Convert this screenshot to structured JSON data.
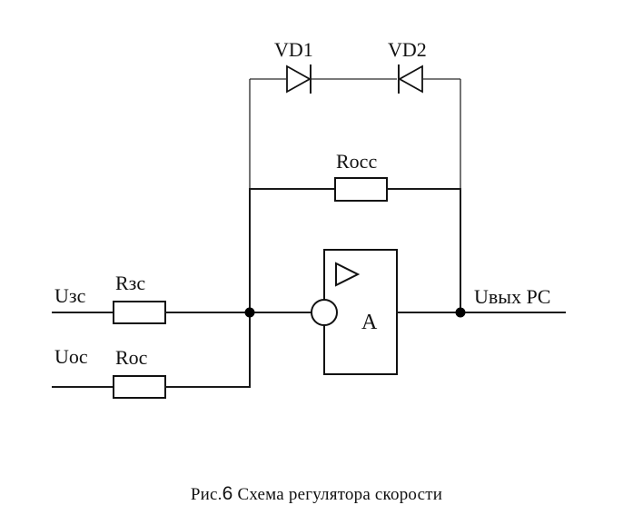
{
  "labels": {
    "vd1": "VD1",
    "vd2": "VD2",
    "rocc": "Rocc",
    "input_z": "Uзс",
    "r_z": "Rзс",
    "input_o": "Uoc",
    "r_o": "Roc",
    "amp": "A",
    "output": "Uвых PC"
  },
  "caption": {
    "prefix": "Рис.",
    "number": "6",
    "text": "Схема регулятора скорости"
  },
  "colors": {
    "ink": "#111111",
    "background": "#ffffff"
  }
}
